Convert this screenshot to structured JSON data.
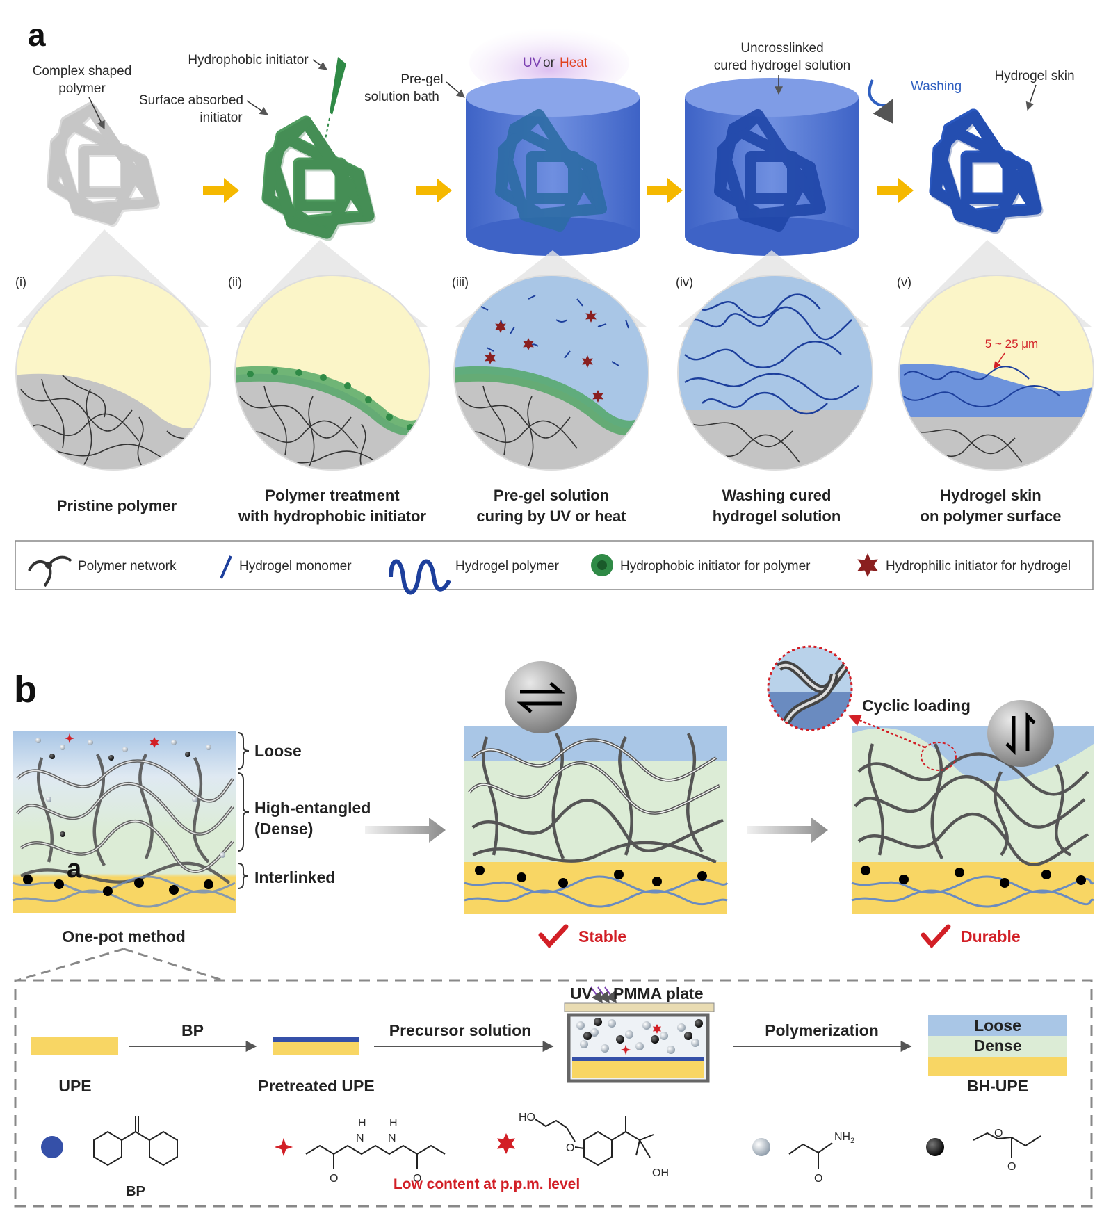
{
  "panel_a": {
    "letter": "a",
    "top_labels": {
      "complex_shaped_1": "Complex shaped",
      "complex_shaped_2": "polymer",
      "hydrophobic_initiator": "Hydrophobic initiator",
      "surface_absorbed_1": "Surface absorbed",
      "surface_absorbed_2": "initiator",
      "pregel_1": "Pre-gel",
      "pregel_2": "solution bath",
      "uv": "UV",
      "or": "or",
      "heat": "Heat",
      "uncross_1": "Uncrosslinked",
      "uncross_2": "cured hydrogel solution",
      "washing": "Washing",
      "hydrogel_skin": "Hydrogel skin"
    },
    "steps": [
      {
        "roman": "(i)",
        "caption_1": "Pristine polymer",
        "caption_2": ""
      },
      {
        "roman": "(ii)",
        "caption_1": "Polymer treatment",
        "caption_2": "with hydrophobic initiator"
      },
      {
        "roman": "(iii)",
        "caption_1": "Pre-gel solution",
        "caption_2": "curing by UV or heat"
      },
      {
        "roman": "(iv)",
        "caption_1": "Washing cured",
        "caption_2": "hydrogel solution"
      },
      {
        "roman": "(v)",
        "caption_1": "Hydrogel skin",
        "caption_2": "on polymer surface"
      }
    ],
    "thickness": "5 ~ 25 μm",
    "legend": [
      "Polymer network",
      "Hydrogel monomer",
      "Hydrogel polymer",
      "Hydrophobic initiator for polymer",
      "Hydrophilic initiator for hydrogel"
    ]
  },
  "panel_b": {
    "letter": "b",
    "layer_labels": [
      "Loose",
      "High-entangled",
      "(Dense)",
      "Interlinked"
    ],
    "inner_letter": "a",
    "one_pot": "One-pot method",
    "stable": "Stable",
    "durable": "Durable",
    "cyclic": "Cyclic loading",
    "process": {
      "bp_arrow": "BP",
      "precursor": "Precursor solution",
      "uv": "UV",
      "pmma": "PMMA plate",
      "polymerization": "Polymerization",
      "upe": "UPE",
      "pretreated": "Pretreated UPE",
      "bh_upe": "BH-UPE",
      "loose": "Loose",
      "dense": "Dense"
    },
    "chem": {
      "bp": "BP",
      "ho": "HO",
      "oh": "OH",
      "o": "O",
      "h": "H",
      "n": "N",
      "nh2": "NH",
      "nh2_sub": "2",
      "low_content": "Low content at p.p.m. level"
    }
  },
  "colors": {
    "grey_polymer": "#bdbdbd",
    "green_initiator": "#4a9a5a",
    "blue_hydrogel": "#2f5fc0",
    "yellow_bg": "#fbf5c8",
    "accent_red": "#d21f26",
    "uv_purple": "#7a3fb0",
    "heat_red": "#e0421f",
    "arrow_yellow": "#f5b800",
    "upe_yellow": "#f8d664",
    "loose_blue": "#a9c6e6",
    "dense_green": "#d9ebd3"
  }
}
